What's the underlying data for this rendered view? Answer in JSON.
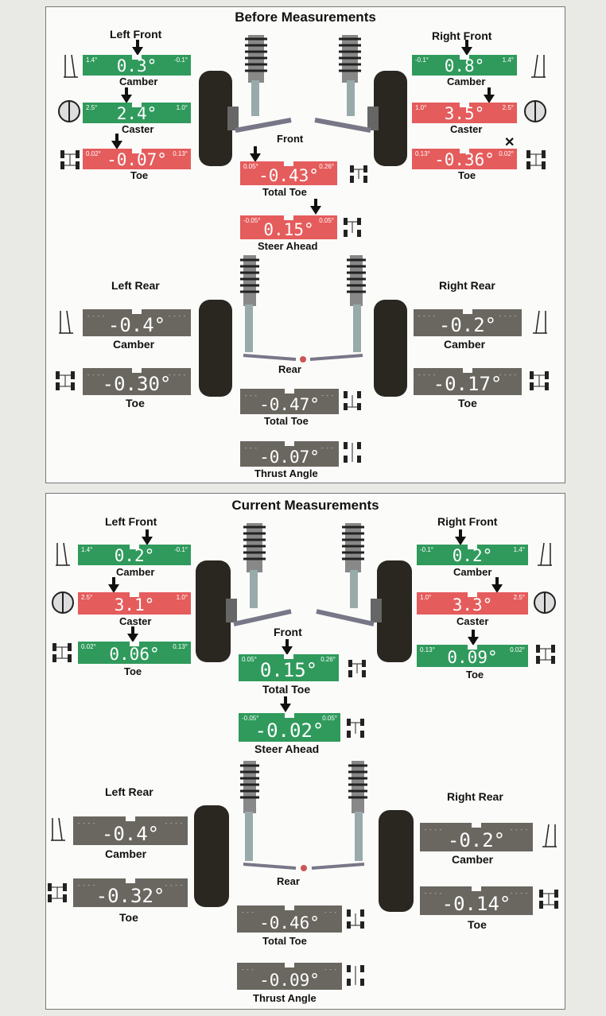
{
  "before": {
    "title": "Before Measurements",
    "left_front": "Left Front",
    "right_front": "Right Front",
    "front": "Front",
    "left_rear": "Left Rear",
    "right_rear": "Right Rear",
    "rear": "Rear",
    "lf_camber": {
      "value": "0.3°",
      "min": "1.4°",
      "max": "-0.1°",
      "label": "Camber"
    },
    "lf_caster": {
      "value": "2.4°",
      "min": "2.5°",
      "max": "1.0°",
      "label": "Caster"
    },
    "lf_toe": {
      "value": "-0.07°",
      "min": "0.02°",
      "max": "0.13°",
      "label": "Toe"
    },
    "rf_camber": {
      "value": "0.8°",
      "min": "-0.1°",
      "max": "1.4°",
      "label": "Camber"
    },
    "rf_caster": {
      "value": "3.5°",
      "min": "1.0°",
      "max": "2.5°",
      "label": "Caster"
    },
    "rf_toe": {
      "value": "-0.36°",
      "min": "0.13°",
      "max": "0.02°",
      "label": "Toe"
    },
    "total_toe": {
      "value": "-0.43°",
      "min": "0.05°",
      "max": "0.26°",
      "label": "Total Toe"
    },
    "steer_ahead": {
      "value": "0.15°",
      "min": "-0.05°",
      "max": "0.05°",
      "label": "Steer Ahead"
    },
    "lr_camber": {
      "value": "-0.4°",
      "label": "Camber"
    },
    "lr_toe": {
      "value": "-0.30°",
      "label": "Toe"
    },
    "rr_camber": {
      "value": "-0.2°",
      "label": "Camber"
    },
    "rr_toe": {
      "value": "-0.17°",
      "label": "Toe"
    },
    "rear_total_toe": {
      "value": "-0.47°",
      "label": "Total Toe"
    },
    "thrust_angle": {
      "value": "-0.07°",
      "label": "Thrust Angle"
    }
  },
  "current": {
    "title": "Current Measurements",
    "left_front": "Left Front",
    "right_front": "Right Front",
    "front": "Front",
    "left_rear": "Left Rear",
    "right_rear": "Right Rear",
    "rear": "Rear",
    "lf_camber": {
      "value": "0.2°",
      "min": "1.4°",
      "max": "-0.1°",
      "label": "Camber"
    },
    "lf_caster": {
      "value": "3.1°",
      "min": "2.5°",
      "max": "1.0°",
      "label": "Caster"
    },
    "lf_toe": {
      "value": "0.06°",
      "min": "0.02°",
      "max": "0.13°",
      "label": "Toe"
    },
    "rf_camber": {
      "value": "0.2°",
      "min": "-0.1°",
      "max": "1.4°",
      "label": "Camber"
    },
    "rf_caster": {
      "value": "3.3°",
      "min": "1.0°",
      "max": "2.5°",
      "label": "Caster"
    },
    "rf_toe": {
      "value": "0.09°",
      "min": "0.13°",
      "max": "0.02°",
      "label": "Toe"
    },
    "total_toe": {
      "value": "0.15°",
      "min": "0.05°",
      "max": "0.26°",
      "label": "Total Toe"
    },
    "steer_ahead": {
      "value": "-0.02°",
      "min": "-0.05°",
      "max": "0.05°",
      "label": "Steer Ahead"
    },
    "lr_camber": {
      "value": "-0.4°",
      "label": "Camber"
    },
    "lr_toe": {
      "value": "-0.32°",
      "label": "Toe"
    },
    "rr_camber": {
      "value": "-0.2°",
      "label": "Camber"
    },
    "rr_toe": {
      "value": "-0.14°",
      "label": "Toe"
    },
    "rear_total_toe": {
      "value": "-0.46°",
      "label": "Total Toe"
    },
    "thrust_angle": {
      "value": "-0.09°",
      "label": "Thrust Angle"
    }
  },
  "colors": {
    "in_spec": "#2f9a5c",
    "out_of_spec": "#e55c5c",
    "no_spec": "#6a6760"
  }
}
